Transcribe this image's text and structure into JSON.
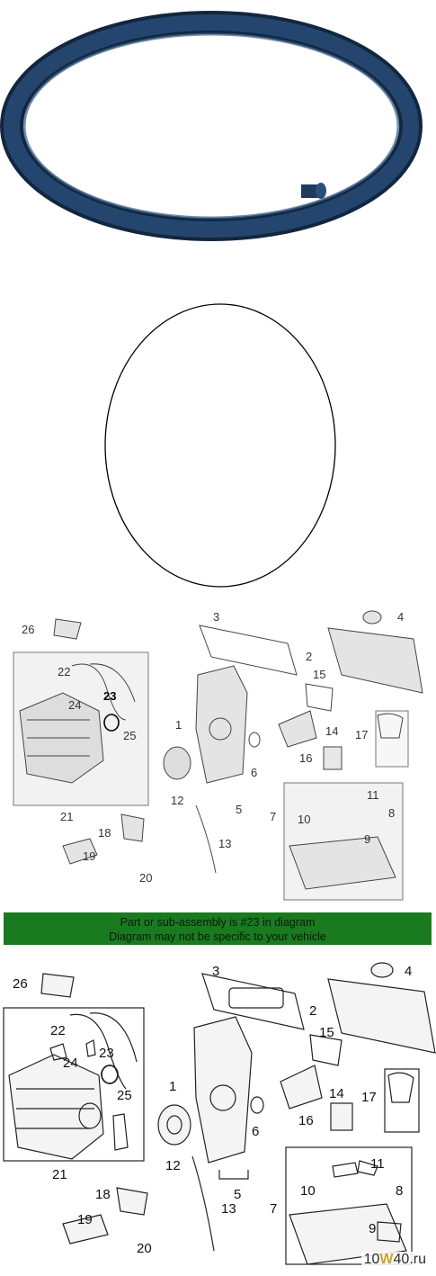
{
  "banner": {
    "line1": "Part or sub-assembly is #23 in diagram",
    "line2": "Diagram may not be specific to your vehicle"
  },
  "callouts": [
    "1",
    "2",
    "3",
    "4",
    "5",
    "6",
    "7",
    "8",
    "9",
    "10",
    "11",
    "12",
    "13",
    "14",
    "15",
    "16",
    "17",
    "18",
    "19",
    "20",
    "21",
    "22",
    "23",
    "24",
    "25",
    "26"
  ],
  "watermark": {
    "prefix": "10",
    "mid": "W",
    "suffix": "40.ru"
  },
  "colors": {
    "gasket_blue": "#1f3a5c",
    "banner_green": "#1a7a1f"
  }
}
